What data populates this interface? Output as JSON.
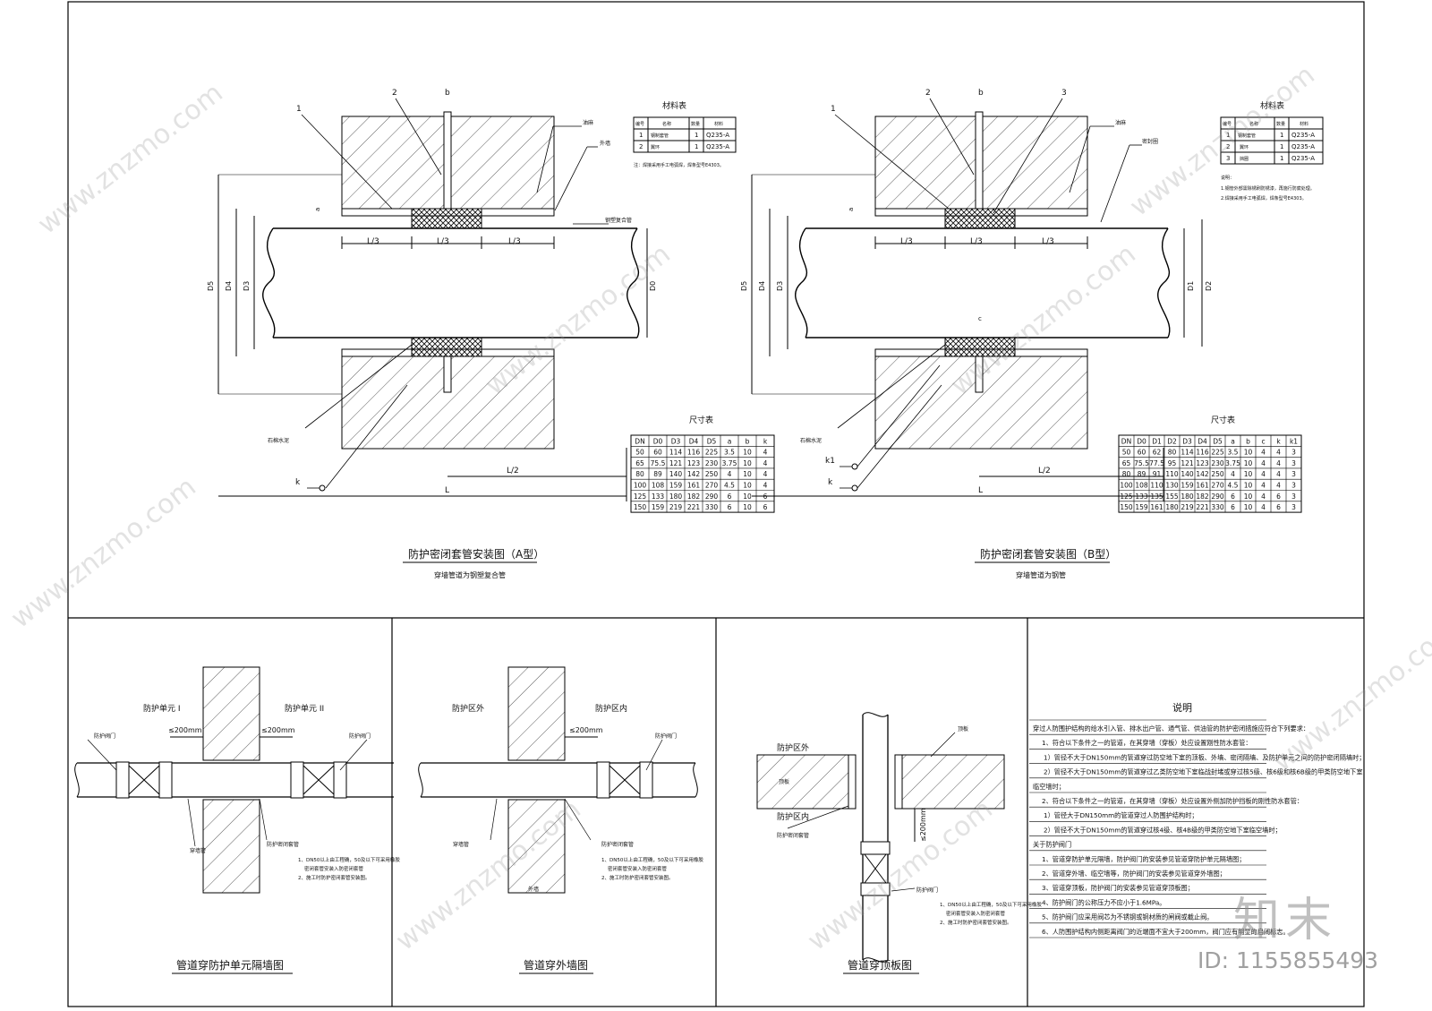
{
  "top_left": {
    "title": "防护密闭套管安装图（A型）",
    "subtitle": "穿墙管道为钢塑复合管",
    "callouts": [
      "1",
      "2",
      "b"
    ],
    "side_labels": [
      "油麻",
      "外墙",
      "钢塑复合管",
      "石棉水泥"
    ],
    "dim_left": [
      "D5",
      "D4",
      "D3"
    ],
    "dim_right": [
      "D0"
    ],
    "thirds": [
      "L/3",
      "L/3",
      "L/3"
    ],
    "bottom_dims": [
      "L/2",
      "L"
    ],
    "dim_a": "a",
    "k_label": "k",
    "material_table": {
      "caption": "材料表",
      "headers": [
        "编号",
        "名称",
        "数量",
        "材料"
      ],
      "rows": [
        [
          "1",
          "钢制套管",
          "1",
          "Q235-A"
        ],
        [
          "2",
          "翼环",
          "1",
          "Q235-A"
        ]
      ],
      "note": "注：焊接采用手工电弧焊，焊条型号E4303。"
    },
    "size_table": {
      "caption": "尺寸表",
      "headers": [
        "DN",
        "D0",
        "D3",
        "D4",
        "D5",
        "a",
        "b",
        "k"
      ],
      "rows": [
        [
          "50",
          "60",
          "114",
          "116",
          "225",
          "3.5",
          "10",
          "4"
        ],
        [
          "65",
          "75.5",
          "121",
          "123",
          "230",
          "3.75",
          "10",
          "4"
        ],
        [
          "80",
          "89",
          "140",
          "142",
          "250",
          "4",
          "10",
          "4"
        ],
        [
          "100",
          "108",
          "159",
          "161",
          "270",
          "4.5",
          "10",
          "4"
        ],
        [
          "125",
          "133",
          "180",
          "182",
          "290",
          "6",
          "10",
          "6"
        ],
        [
          "150",
          "159",
          "219",
          "221",
          "330",
          "6",
          "10",
          "6"
        ]
      ]
    }
  },
  "top_right": {
    "title": "防护密闭套管安装图（B型）",
    "subtitle": "穿墙管道为钢管",
    "callouts": [
      "1",
      "2",
      "b",
      "3"
    ],
    "side_labels": [
      "油麻",
      "密封圈",
      "石棉水泥"
    ],
    "dim_left": [
      "D5",
      "D4",
      "D3"
    ],
    "dim_right": [
      "D1",
      "D2"
    ],
    "thirds": [
      "L/3",
      "L/3",
      "L/3"
    ],
    "bottom_dims": [
      "L/2",
      "L"
    ],
    "dim_a": "a",
    "dim_c": "c",
    "k_labels": [
      "k1",
      "k"
    ],
    "material_table": {
      "caption": "材料表",
      "headers": [
        "编号",
        "名称",
        "数量",
        "材料"
      ],
      "rows": [
        [
          "1",
          "钢制套管",
          "1",
          "Q235-A"
        ],
        [
          "2",
          "翼环",
          "1",
          "Q235-A"
        ],
        [
          "3",
          "挡圈",
          "1",
          "Q235-A"
        ]
      ],
      "note_title": "说明：",
      "note_lines": [
        "1.钢管外部需除锈刷防锈漆，再施行防腐处理。",
        "2.焊接采用手工电弧焊，焊条型号E4303。"
      ]
    },
    "size_table": {
      "caption": "尺寸表",
      "headers": [
        "DN",
        "D0",
        "D1",
        "D2",
        "D3",
        "D4",
        "D5",
        "a",
        "b",
        "c",
        "k",
        "k1"
      ],
      "rows": [
        [
          "50",
          "60",
          "62",
          "80",
          "114",
          "116",
          "225",
          "3.5",
          "10",
          "4",
          "4",
          "3"
        ],
        [
          "65",
          "75.5",
          "77.5",
          "95",
          "121",
          "123",
          "230",
          "3.75",
          "10",
          "4",
          "4",
          "3"
        ],
        [
          "80",
          "89",
          "91",
          "110",
          "140",
          "142",
          "250",
          "4",
          "10",
          "4",
          "4",
          "3"
        ],
        [
          "100",
          "108",
          "110",
          "130",
          "159",
          "161",
          "270",
          "4.5",
          "10",
          "4",
          "4",
          "3"
        ],
        [
          "125",
          "133",
          "135",
          "155",
          "180",
          "182",
          "290",
          "6",
          "10",
          "4",
          "6",
          "3"
        ],
        [
          "150",
          "159",
          "161",
          "180",
          "219",
          "221",
          "330",
          "6",
          "10",
          "4",
          "6",
          "3"
        ]
      ]
    }
  },
  "panel1": {
    "title": "管道穿防护单元隔墙图",
    "left_label": "防护单元 I",
    "right_label": "防护单元 II",
    "dim_left": "≤200mm",
    "dim_right": "≤200mm",
    "valve_left": "防护阀门",
    "valve_right": "防护阀门",
    "sleeve_label": "穿墙管",
    "sleeve_label2": "防护密闭套管",
    "notes": [
      "1、DN50以上由工程确，50及以下可采用橡胶",
      "密闭套管安装入防密闭套管",
      "2、施工时防护密闭套管安装图。"
    ]
  },
  "panel2": {
    "title": "管道穿外墙图",
    "left_label": "防护区外",
    "right_label": "防护区内",
    "dim": "≤200mm",
    "valve": "防护阀门",
    "sleeve_label": "穿墙管",
    "sleeve_label2": "防护密闭套管",
    "wall_label": "外墙",
    "notes": [
      "1、DN50以上由工程确，50及以下可采用橡胶",
      "密闭套管安装入防密闭套管",
      "2、施工时防护密闭套管安装图。"
    ]
  },
  "panel3": {
    "title": "管道穿顶板图",
    "top_label": "防护区外",
    "bottom_label": "防护区内",
    "slab_label": "顶板",
    "slab_inner": "顶板",
    "sleeve_label": "防护密闭套管",
    "dim": "≤200mm",
    "valve": "防护阀门",
    "notes": [
      "1、DN50以上由工程确，50及以下可采用橡胶",
      "密闭套管安装入防密闭套管",
      "2、施工时防护密闭套管安装图。"
    ]
  },
  "explanation": {
    "title": "说明",
    "lines": [
      "穿过人防围护结构的给水引入管、排水出户管、通气管、供油管的防护密闭措施应符合下列要求：",
      "1、符合以下条件之一的管道，在其穿墙（穿板）处应设置刚性防水套管：",
      "1）管径不大于DN150mm的管道穿过防空地下室的顶板、外墙、密闭隔墙、及防护单元之间的防护密闭隔墙时；",
      "2）管径不大于DN150mm的管道穿过乙类防空地下室临战封堵或穿过核5级、核6级和核6B级的甲类防空地下室",
      "临空墙时；",
      "2、符合以下条件之一的管道，在其穿墙（穿板）处应设置外侧加防护挡板的刚性防水套管：",
      "1）管径大于DN150mm的管道穿过人防围护结构时；",
      "2）管径不大于DN150mm的管道穿过核4级、核4B级的甲类防空地下室临空墙时；",
      "关于防护阀门",
      "1、管道穿防护单元隔墙，防护阀门的安装参见管道穿防护单元隔墙图；",
      "2、管道穿外墙、临空墙等，防护阀门的安装参见管道穿外墙图；",
      "3、管道穿顶板，防护阀门的安装参见管道穿顶板图；",
      "4、防护阀门的公称压力不应小于1.6MPa。",
      "5、防护阀门应采用阀芯为不锈钢或铜材质的闸阀或截止阀。",
      "6、人防围护结构内侧距离阀门的近端面不宜大于200mm，阀门应有明显的启闭标志。"
    ]
  },
  "watermark": {
    "text": "www.znzmo.com",
    "logo": "知末",
    "id": "ID: 1155855493"
  }
}
